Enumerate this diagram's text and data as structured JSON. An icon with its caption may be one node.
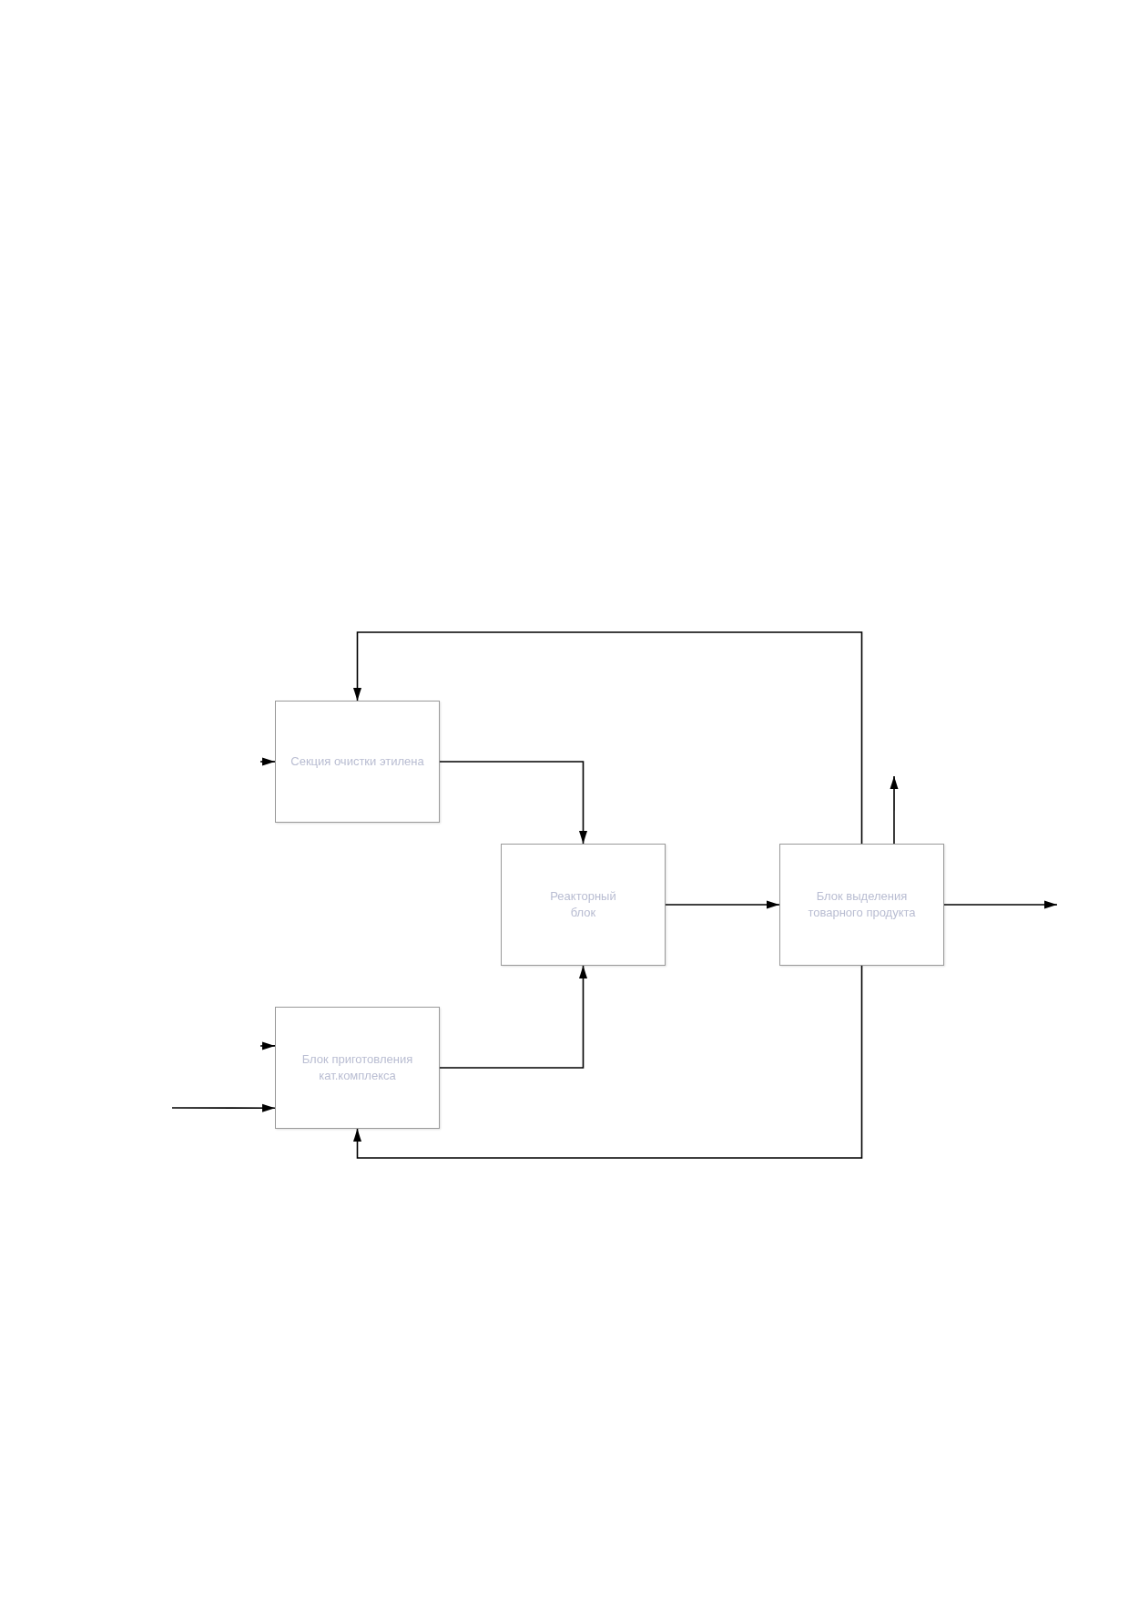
{
  "diagram": {
    "nodes": [
      {
        "text": [
          "Секция очистки этилена"
        ]
      },
      {
        "text": [
          "Реакторный блок"
        ]
      },
      {
        "text": [
          "Блок выделения товарного продукта"
        ]
      },
      {
        "text": [
          "Блок приготовления кат.комплекса"
        ]
      }
    ],
    "edges": [
      {
        "from": 0,
        "to": 1,
        "arrow": "to"
      },
      {
        "from": 3,
        "to": 1,
        "arrow": "to"
      },
      {
        "from": 1,
        "to": 2,
        "arrow": "to"
      },
      {
        "from": 2,
        "to": null,
        "arrow": "to"
      },
      {
        "from": 2,
        "to": null,
        "arrow": "to"
      },
      {
        "from": 2,
        "to": 0,
        "arrow": "to"
      },
      {
        "from": 2,
        "to": 3,
        "arrow": "to"
      },
      {
        "from": null,
        "to": 0,
        "arrow": "to"
      },
      {
        "from": null,
        "to": 3,
        "arrow": "to"
      },
      {
        "from": null,
        "to": 3,
        "arrow": "to"
      }
    ]
  }
}
